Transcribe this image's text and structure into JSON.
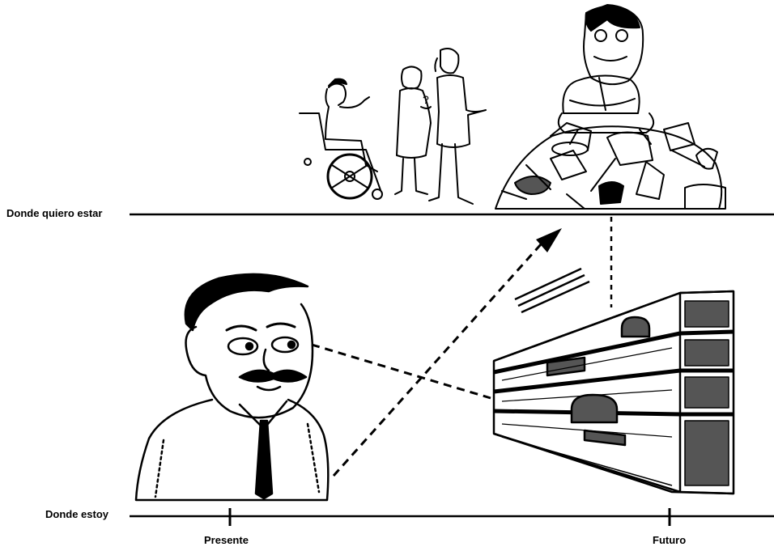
{
  "labels": {
    "goal_level": "Donde quiero estar",
    "current_level": "Donde estoy",
    "present": "Presente",
    "future": "Futuro"
  },
  "illustrations": {
    "future_scene": "wheelchair-user-group-and-man-on-pile",
    "present_person": "worried-man-face",
    "shelf": "empty-shelf-icon",
    "arrow": "dashed-arrow-icon"
  },
  "colors": {
    "ink": "#000000",
    "paper": "#ffffff",
    "shade": "#555555"
  }
}
